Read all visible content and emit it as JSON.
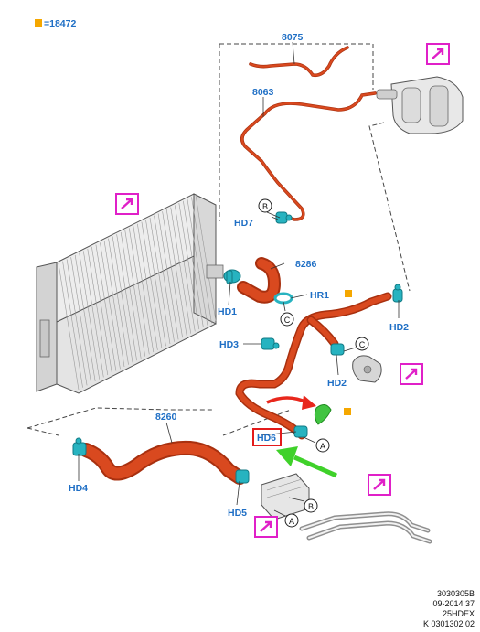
{
  "colors": {
    "label": "#1f6fc5",
    "hose": "#d9491f",
    "hose_dark": "#a8300f",
    "clamp": "#27b3c0",
    "callout": "#e020c8",
    "marker": "#f5a700",
    "highlight_box": "#e31b1b",
    "red_arrow": "#e8271c",
    "green_arrow": "#3fd12a",
    "green_clamp": "#41c441",
    "frame_line": "#444444"
  },
  "legend": {
    "marker_icon": "orange-square-icon",
    "text": "=18472"
  },
  "parts": {
    "p8075": "8075",
    "p8063": "8063",
    "p8286": "8286",
    "p8260": "8260",
    "hd1": "HD1",
    "hd2a": "HD2",
    "hd2b": "HD2",
    "hd3": "HD3",
    "hd4": "HD4",
    "hd5": "HD5",
    "hd6": "HD6",
    "hd7": "HD7",
    "hr1": "HR1"
  },
  "connectors": {
    "b_top": "B",
    "c_mid": "C",
    "c_right": "C",
    "a_mid": "A",
    "b_bottom": "B",
    "a_bottom": "A"
  },
  "reference": {
    "line1": "3030305B",
    "line2": "09-2014 37",
    "line3": "25HDEX",
    "line4": "K 0301302 02"
  }
}
